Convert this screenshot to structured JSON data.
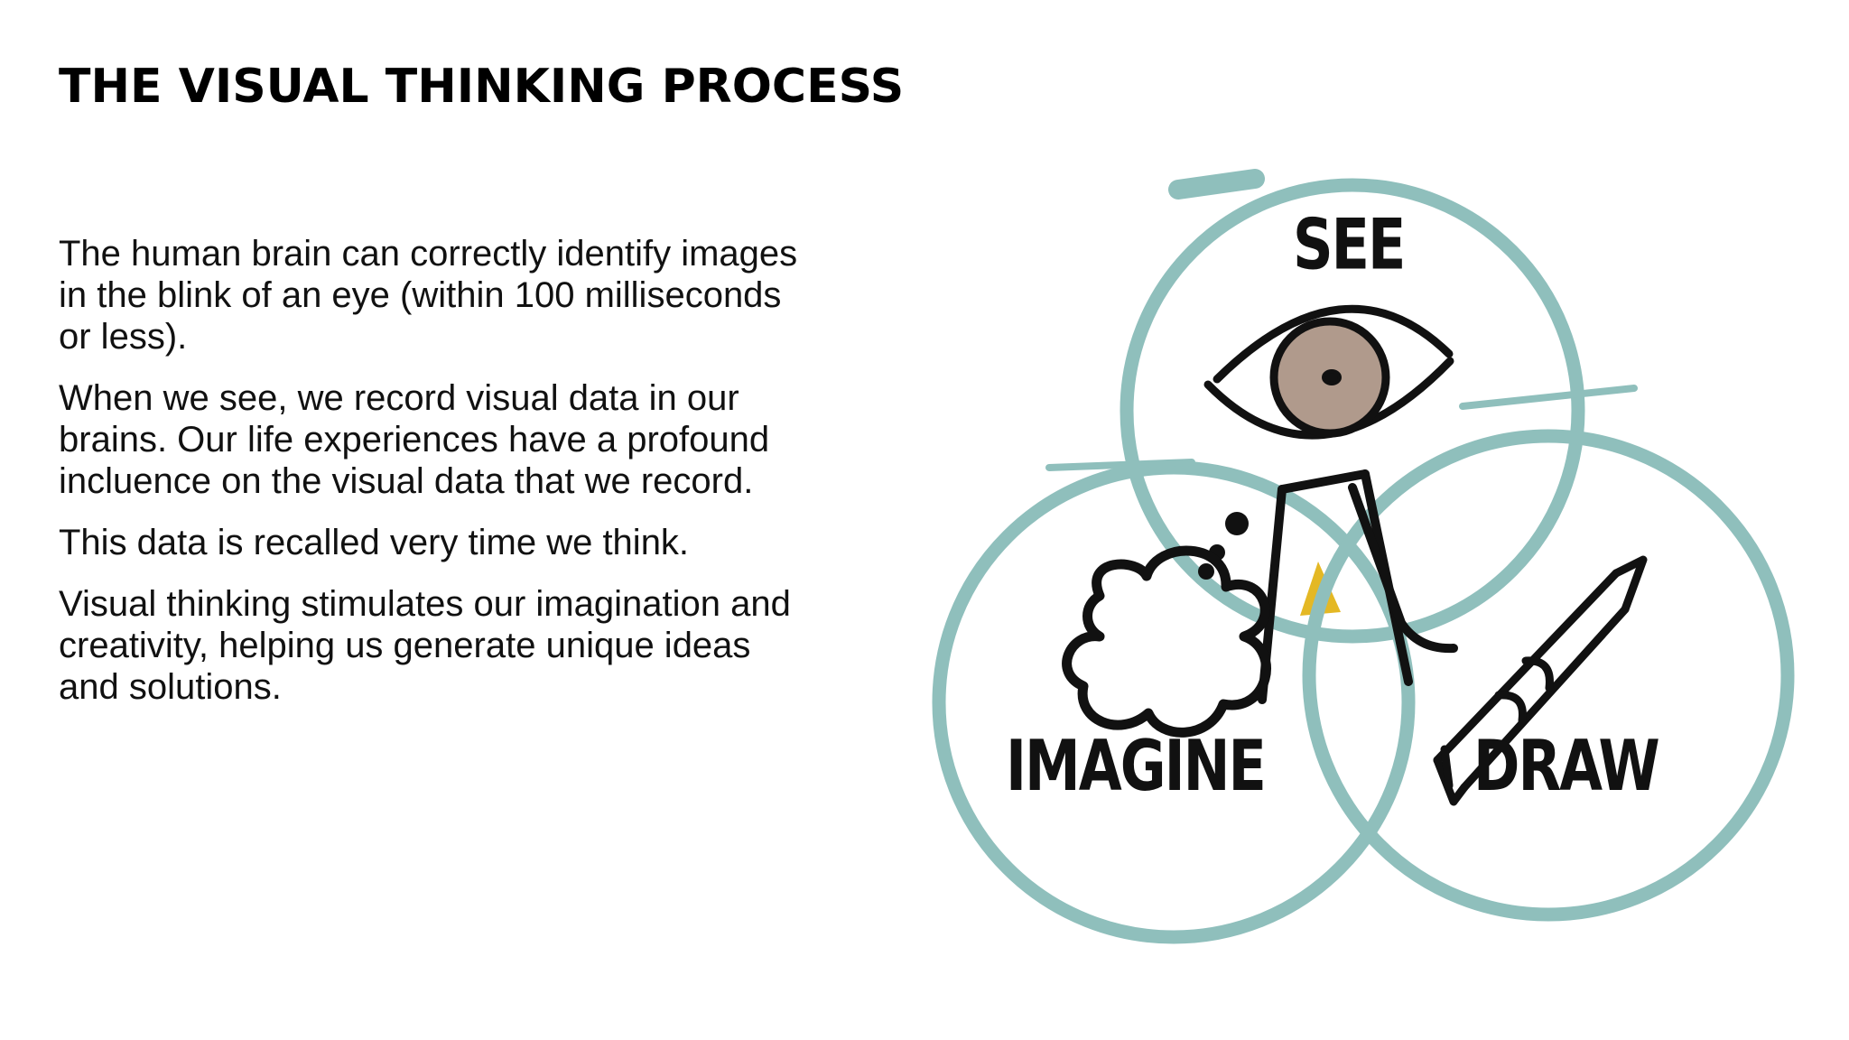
{
  "slide": {
    "title": "THE VISUAL THINKING PROCESS",
    "paragraphs": [
      "The human brain can correctly identify images in the blink of an eye (within 100 milliseconds or less).",
      "When we see, we record visual data in our brains. Our life experiences have a profound incluence on the visual data that we record.",
      "This data is recalled very time we think.",
      "Visual thinking stimulates our imagination and creativity, helping us generate unique ideas and solutions."
    ]
  },
  "diagram": {
    "labels": {
      "see": "SEE",
      "imagine": "IMAGINE",
      "draw": "DRAW"
    },
    "icons": [
      "eye-icon",
      "thought-cloud-icon",
      "pencil-icon",
      "stick-figure-icon"
    ],
    "colors": {
      "circle": "#8fbfbc",
      "iris": "#b09a8c",
      "center": "#e4b824",
      "ink": "#111111"
    }
  }
}
